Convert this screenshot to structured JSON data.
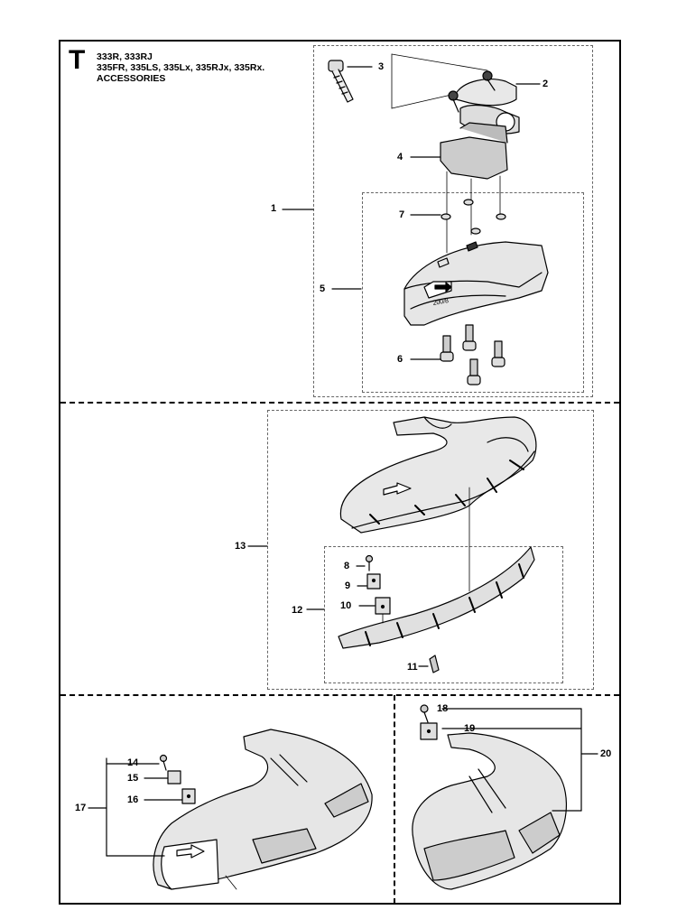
{
  "header": {
    "section_letter": "T",
    "line1": "333R, 333RJ",
    "line2": "335FR, 335LS, 335Lx, 335RJx, 335Rx.",
    "line3": "ACCESSORIES"
  },
  "guard_label": "200/8",
  "callouts": [
    "1",
    "2",
    "3",
    "4",
    "5",
    "6",
    "7",
    "8",
    "9",
    "10",
    "11",
    "12",
    "13",
    "14",
    "15",
    "16",
    "17",
    "18",
    "19",
    "20"
  ]
}
